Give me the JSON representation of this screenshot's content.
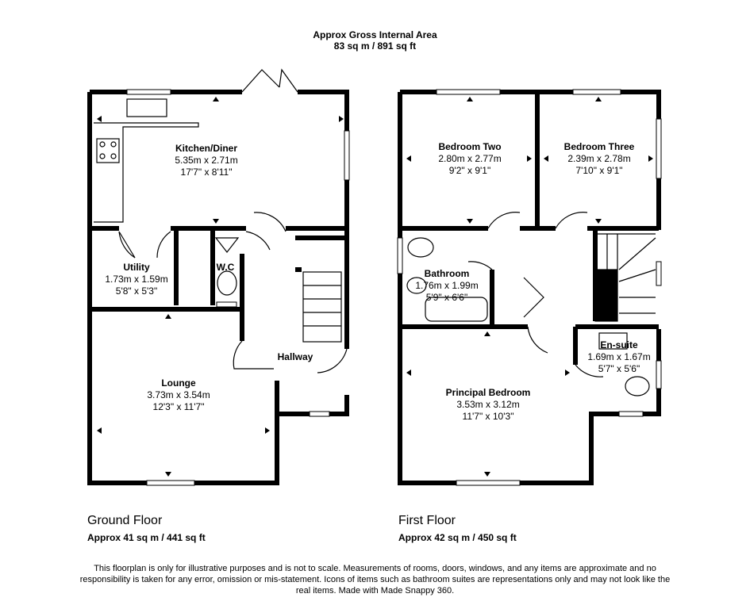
{
  "header": {
    "title": "Approx Gross Internal Area",
    "area": "83 sq m / 891 sq ft"
  },
  "ground_floor": {
    "label": "Ground Floor",
    "area": "Approx 41 sq m / 441 sq ft",
    "rooms": {
      "kitchen": {
        "name": "Kitchen/Diner",
        "metric": "5.35m x 2.71m",
        "imperial": "17'7\" x 8'11\""
      },
      "utility": {
        "name": "Utility",
        "metric": "1.73m x 1.59m",
        "imperial": "5'8\" x 5'3\""
      },
      "wc": {
        "name": "W.C"
      },
      "hallway": {
        "name": "Hallway"
      },
      "lounge": {
        "name": "Lounge",
        "metric": "3.73m x 3.54m",
        "imperial": "12'3\" x 11'7\""
      }
    }
  },
  "first_floor": {
    "label": "First Floor",
    "area": "Approx 42 sq m / 450 sq ft",
    "rooms": {
      "bedroom_two": {
        "name": "Bedroom Two",
        "metric": "2.80m x 2.77m",
        "imperial": "9'2\" x 9'1\""
      },
      "bedroom_three": {
        "name": "Bedroom Three",
        "metric": "2.39m x 2.78m",
        "imperial": "7'10\" x 9'1\""
      },
      "bathroom": {
        "name": "Bathroom",
        "metric": "1.76m x 1.99m",
        "imperial": "5'9\" x 6'6\""
      },
      "ensuite": {
        "name": "En-suite",
        "metric": "1.69m x 1.67m",
        "imperial": "5'7\" x 5'6\""
      },
      "principal": {
        "name": "Principal Bedroom",
        "metric": "3.53m x 3.12m",
        "imperial": "11'7\" x 10'3\""
      }
    }
  },
  "disclaimer": "This floorplan is only for illustrative purposes and is not to scale. Measurements of rooms, doors, windows, and any items are approximate and no responsibility is taken for any error, omission or mis-statement. Icons of items such as bathroom suites are representations only and may not look like the real items. Made with Made Snappy 360."
}
